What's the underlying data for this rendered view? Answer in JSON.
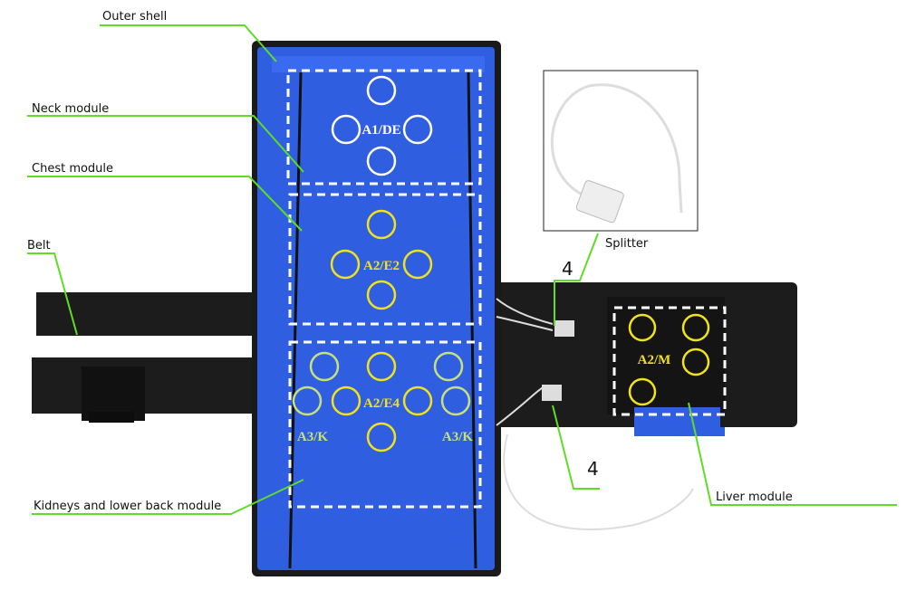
{
  "labels": {
    "outer_shell": "Outer shell",
    "neck_module": "Neck module",
    "chest_module": "Chest module",
    "belt": "Belt",
    "kidneys_module": "Kidneys and lower back module",
    "splitter": "Splitter",
    "liver_module": "Liver module",
    "connector_upper": "4",
    "connector_lower": "4"
  },
  "zones": {
    "neck": "A1/DE",
    "chest": "A2/E2",
    "lower_back": "A2/E4",
    "kidney_left": "A3/K",
    "kidney_right": "A3/K",
    "liver": "A2/M"
  },
  "colors": {
    "pad_blue": "#2f5fe0",
    "leader_green": "#5fdc24",
    "electrode_white": "#ffffff",
    "electrode_yellow": "#f2e21a",
    "electrode_lightgreen": "#c8e07a"
  }
}
